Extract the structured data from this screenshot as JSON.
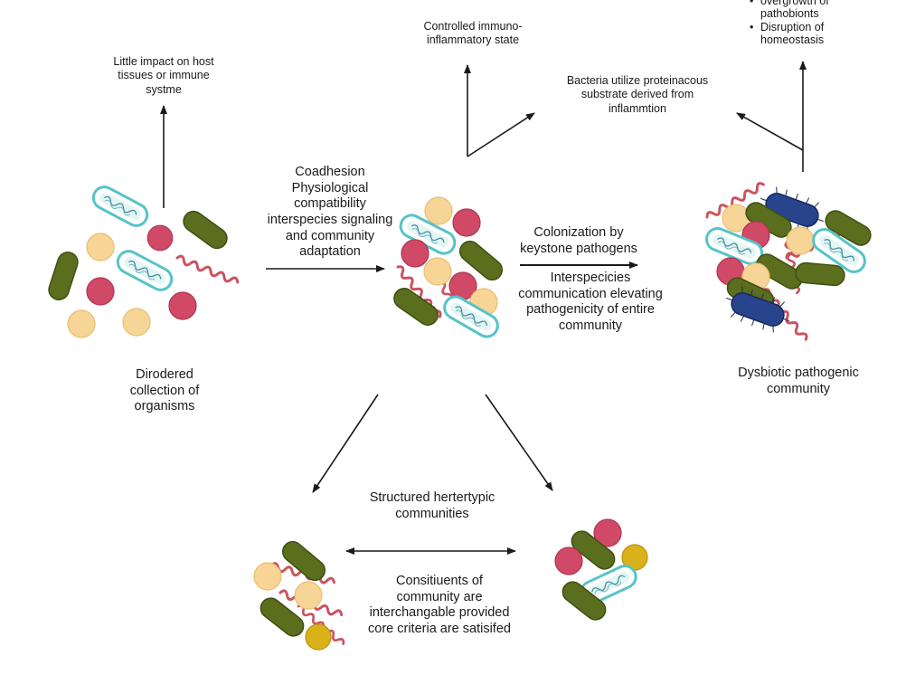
{
  "labels": {
    "little_impact": "Little impact on host tissues or immune systme",
    "controlled_state": "Controlled immuno-inflammatory state",
    "bacteria_utilize": "Bacteria utilize proteinacous substrate derived from inflammtion",
    "coadhesion": "Coadhesion Physiological compatibility interspecies signaling and community adaptation",
    "colonization": "Colonization by keystone pathogens",
    "interspecies": "Interspecicies communication elevating pathogenicity of entire community",
    "disordered": "Dirodered collection of organisms",
    "dysbiotic": "Dysbiotic pathogenic community",
    "structured": "Structured hertertypic communities",
    "constituents": "Consitiuents of community are interchangable provided core criteria are satisifed"
  },
  "bullets": [
    "overgrowth of pathobionts",
    "Disruption of homeostasis"
  ],
  "colors": {
    "rod_green": "#5a6e1e",
    "coccus_pink": "#d04a68",
    "coccus_peach": "#f7d597",
    "coccus_gold": "#d9b21a",
    "capsule_cyan": "#56c3c9",
    "spirochete": "#c9545f",
    "pathogen_blue": "#27448c"
  }
}
